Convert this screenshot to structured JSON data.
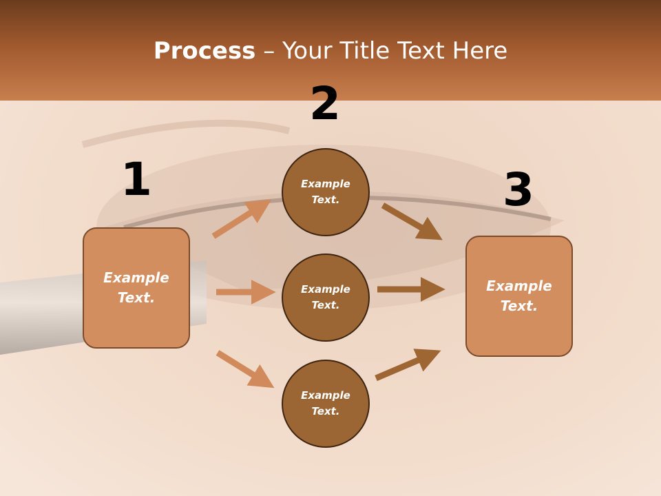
{
  "slide": {
    "title_bold": "Process",
    "title_rest": " – Your Title Text Here"
  },
  "steps": [
    {
      "number": "1",
      "label": "Example\nText."
    },
    {
      "number": "2",
      "label": "Example\nText."
    },
    {
      "number": "3",
      "label": "Example\nText."
    }
  ],
  "middle_nodes": [
    {
      "label": "Example\nText."
    },
    {
      "label": "Example\nText."
    },
    {
      "label": "Example\nText."
    }
  ],
  "colors": {
    "header_top": "#6a3c1d",
    "header_bottom": "#c87f4e",
    "box_fill": "#d38e60",
    "circle_fill": "#9b6534",
    "arrow_light": "#d08a5c",
    "arrow_dark": "#9e6632"
  }
}
